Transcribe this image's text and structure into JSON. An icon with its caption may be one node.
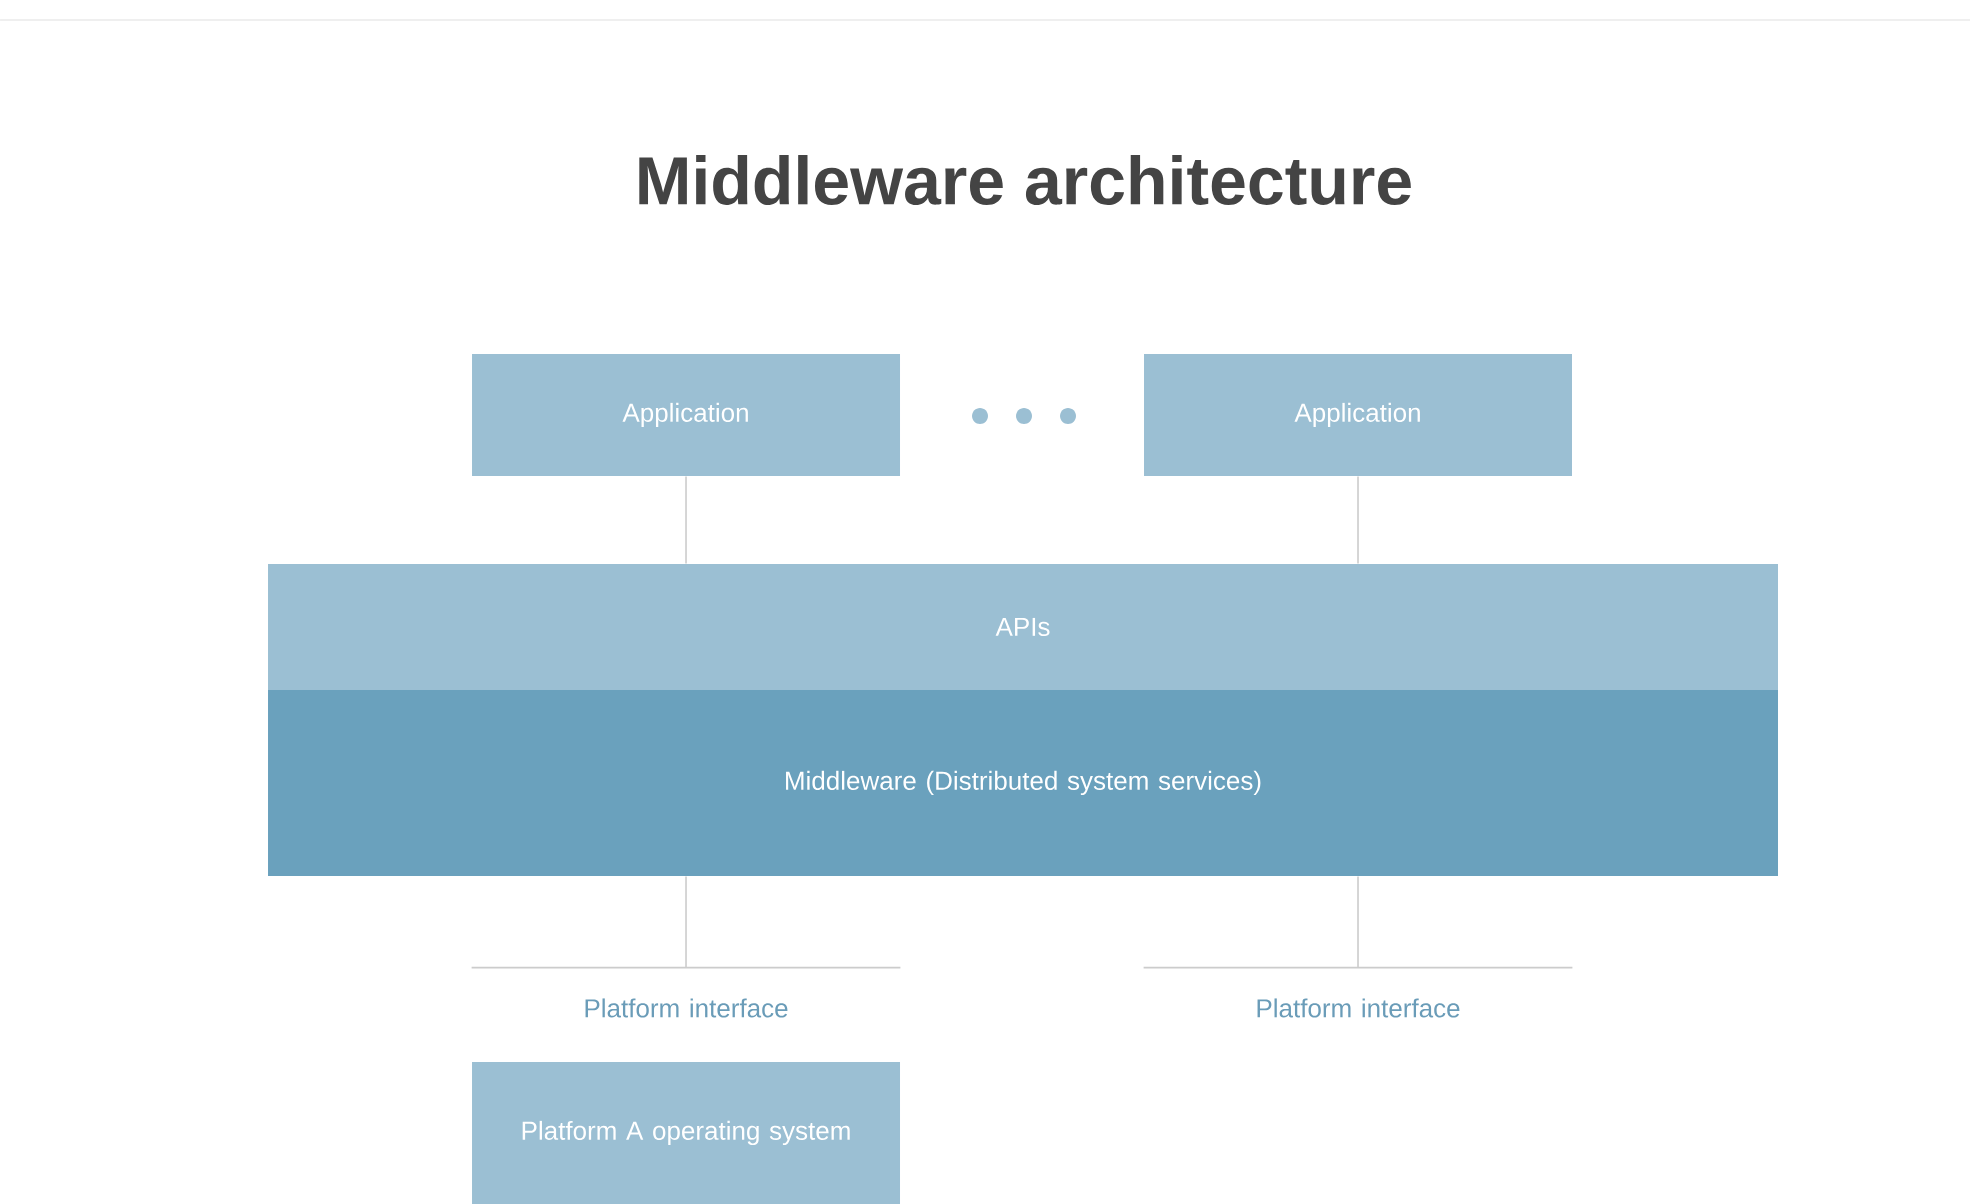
{
  "diagram": {
    "title": "Middleware architecture",
    "nodes": [
      {
        "text": [
          "Application"
        ]
      },
      {
        "text": [
          "Application"
        ]
      },
      {
        "text": [
          "APIs"
        ]
      },
      {
        "text": [
          "Middleware (Distributed system services)"
        ]
      },
      {
        "text": [
          "Platform interface"
        ]
      },
      {
        "text": [
          "Platform interface"
        ]
      },
      {
        "text": [
          "Platform A operating system"
        ]
      }
    ],
    "edges": [
      {
        "from": 0,
        "to": 2,
        "arrow": "none"
      },
      {
        "from": 1,
        "to": 2,
        "arrow": "none"
      },
      {
        "from": 3,
        "to": 4,
        "arrow": "none"
      },
      {
        "from": 3,
        "to": 5,
        "arrow": "none"
      }
    ]
  }
}
